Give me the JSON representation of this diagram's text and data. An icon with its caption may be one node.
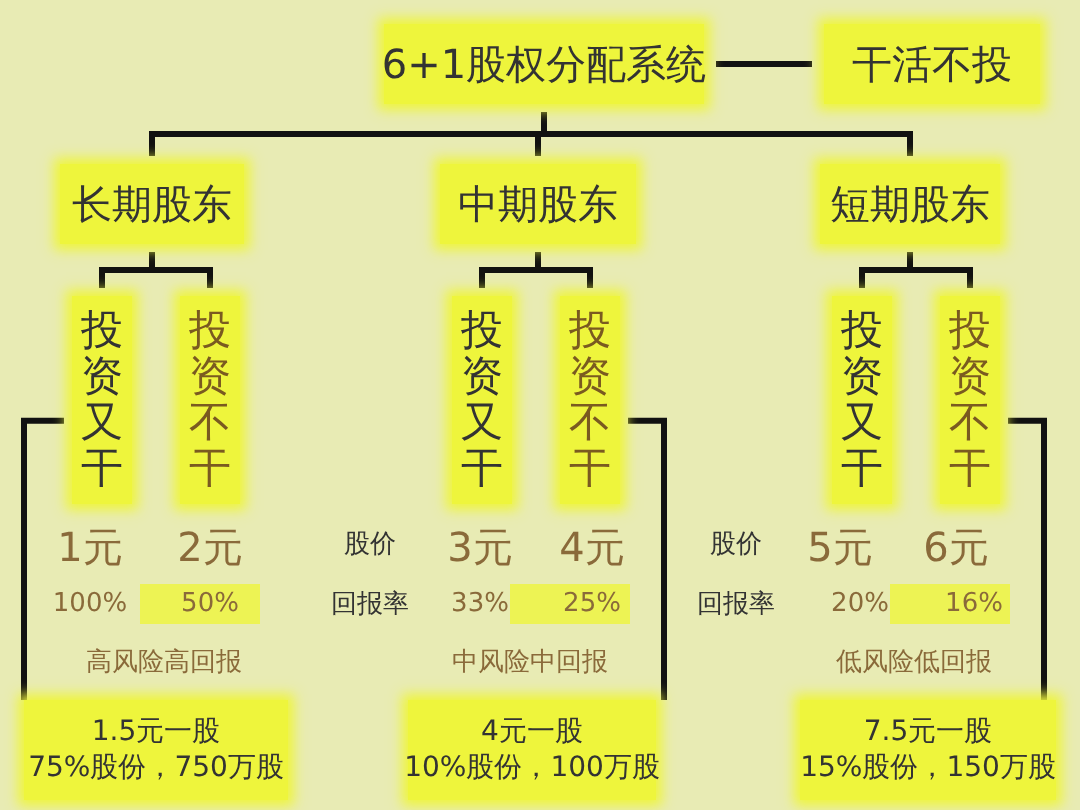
{
  "diagram": {
    "nodes": [
      {
        "text": [
          "6+1股权分配系统"
        ]
      },
      {
        "text": [
          "干活不投"
        ]
      },
      {
        "text": [
          "长期股东"
        ]
      },
      {
        "text": [
          "中期股东"
        ]
      },
      {
        "text": [
          "短期股东"
        ]
      },
      {
        "text": [
          "投资又干"
        ]
      },
      {
        "text": [
          "投资不干"
        ]
      },
      {
        "text": [
          "投资又干"
        ]
      },
      {
        "text": [
          "投资不干"
        ]
      },
      {
        "text": [
          "投资又干"
        ]
      },
      {
        "text": [
          "投资不干"
        ]
      },
      {
        "text": [
          "1.5元一股",
          "75%股份，750万股"
        ]
      },
      {
        "text": [
          "4元一股",
          "10%股份，100万股"
        ]
      },
      {
        "text": [
          "7.5元一股",
          "15%股份，150万股"
        ]
      }
    ],
    "edges": [
      {
        "from": 0,
        "to": 1,
        "arrow": "none"
      },
      {
        "from": 0,
        "to": 2,
        "arrow": "none"
      },
      {
        "from": 0,
        "to": 3,
        "arrow": "none"
      },
      {
        "from": 0,
        "to": 4,
        "arrow": "none"
      },
      {
        "from": 2,
        "to": 5,
        "arrow": "none"
      },
      {
        "from": 2,
        "to": 6,
        "arrow": "none"
      },
      {
        "from": 3,
        "to": 7,
        "arrow": "none"
      },
      {
        "from": 3,
        "to": 8,
        "arrow": "none"
      },
      {
        "from": 4,
        "to": 9,
        "arrow": "none"
      },
      {
        "from": 4,
        "to": 10,
        "arrow": "none"
      },
      {
        "from": 5,
        "to": 11,
        "arrow": "none"
      },
      {
        "from": 8,
        "to": 12,
        "arrow": "none"
      },
      {
        "from": 10,
        "to": 13,
        "arrow": "none"
      }
    ],
    "labels": [
      "1元",
      "2元",
      "股价",
      "3元",
      "4元",
      "股价",
      "5元",
      "6元",
      "100%",
      "50%",
      "回报率",
      "33%",
      "25%",
      "回报率",
      "20%",
      "16%",
      "高风险高回报",
      "中风险中回报",
      "低风险低回报"
    ]
  }
}
